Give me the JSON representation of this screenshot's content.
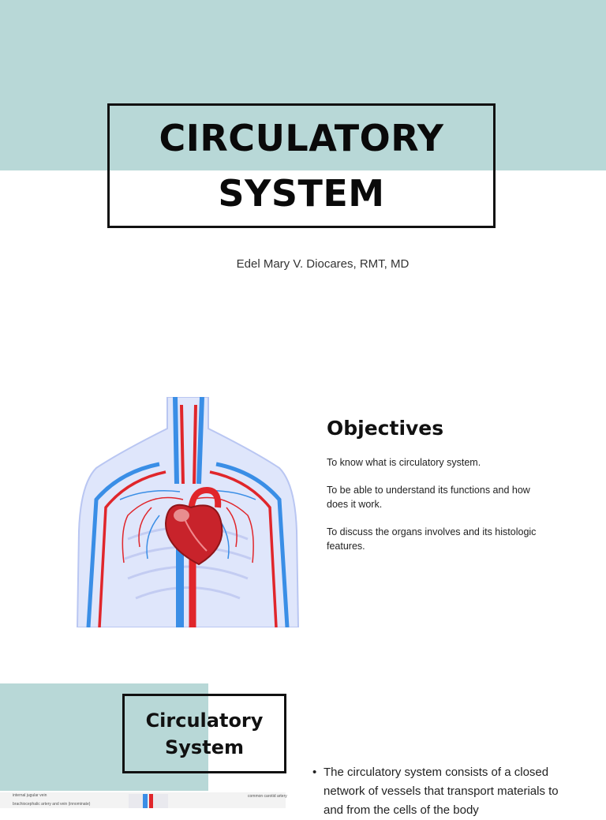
{
  "slide1": {
    "title_line1": "CIRCULATORY",
    "title_line2": "SYSTEM",
    "author": "Edel Mary V. Diocares, RMT, MD"
  },
  "slide2": {
    "heading": "Objectives",
    "objectives": [
      "To know what is circulatory system.",
      "To be able to understand its functions and how does it work.",
      "To discuss the organs involves and its histologic features."
    ]
  },
  "slide3": {
    "title_line1": "Circulatory",
    "title_line2": "System",
    "bullet": "The circulatory system consists of a closed network of vessels that transport materials to and from the cells of the body",
    "diagram_labels": [
      "internal jugular vein",
      "brachiocephalic artery and vein (innominate)",
      "common carotid artery"
    ]
  },
  "colors": {
    "band": "#b8d8d7",
    "artery": "#e0262b",
    "vein": "#3a8ee6"
  }
}
